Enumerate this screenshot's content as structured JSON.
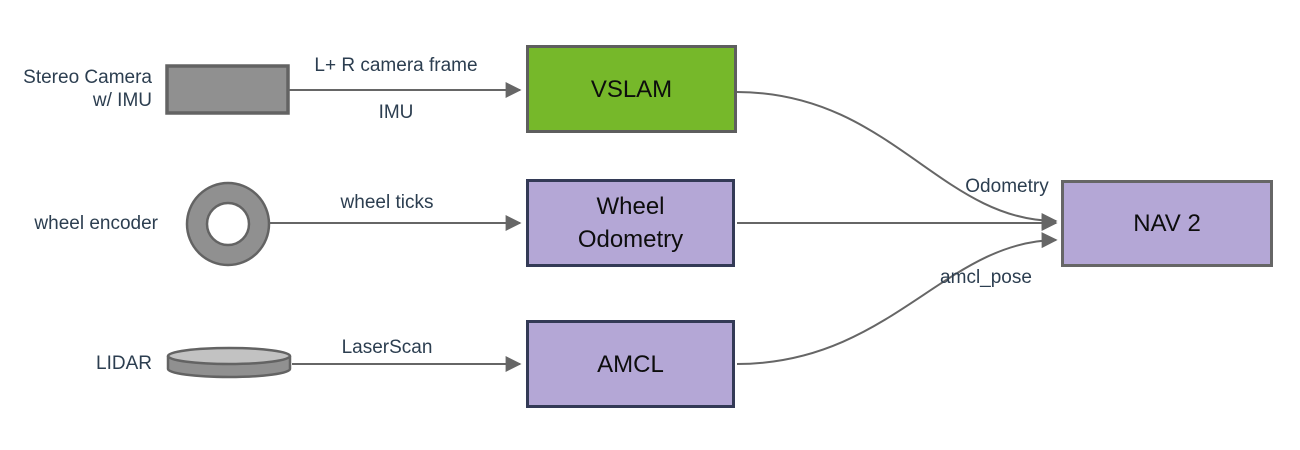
{
  "colors": {
    "background": "#ffffff",
    "edge": "#666666",
    "label_text": "#2c3e50",
    "node_text": "#0d0d0d",
    "vslam_fill": "#76b82a",
    "vslam_border": "#5e5e5e",
    "purple_fill": "#b4a7d6",
    "purple_border": "#333a56",
    "nav2_border": "#666666",
    "sensor_fill": "#909090",
    "sensor_light_fill": "#c2c2c2",
    "sensor_stroke": "#636363"
  },
  "sensors": {
    "stereo_camera": {
      "label": "Stereo Camera\nw/ IMU",
      "icon": "stereo-camera-icon"
    },
    "wheel_encoder": {
      "label": "wheel encoder",
      "icon": "wheel-encoder-icon"
    },
    "lidar": {
      "label": "LIDAR",
      "icon": "lidar-icon"
    }
  },
  "nodes": {
    "vslam": {
      "label": "VSLAM"
    },
    "wheel_odometry": {
      "label": "Wheel\nOdometry"
    },
    "amcl": {
      "label": "AMCL"
    },
    "nav2": {
      "label": "NAV 2"
    }
  },
  "edge_labels": {
    "camera_frame": "L+ R camera frame",
    "imu": "IMU",
    "wheel_ticks": "wheel ticks",
    "laser_scan": "LaserScan",
    "odometry": "Odometry",
    "amcl_pose": "amcl_pose"
  }
}
